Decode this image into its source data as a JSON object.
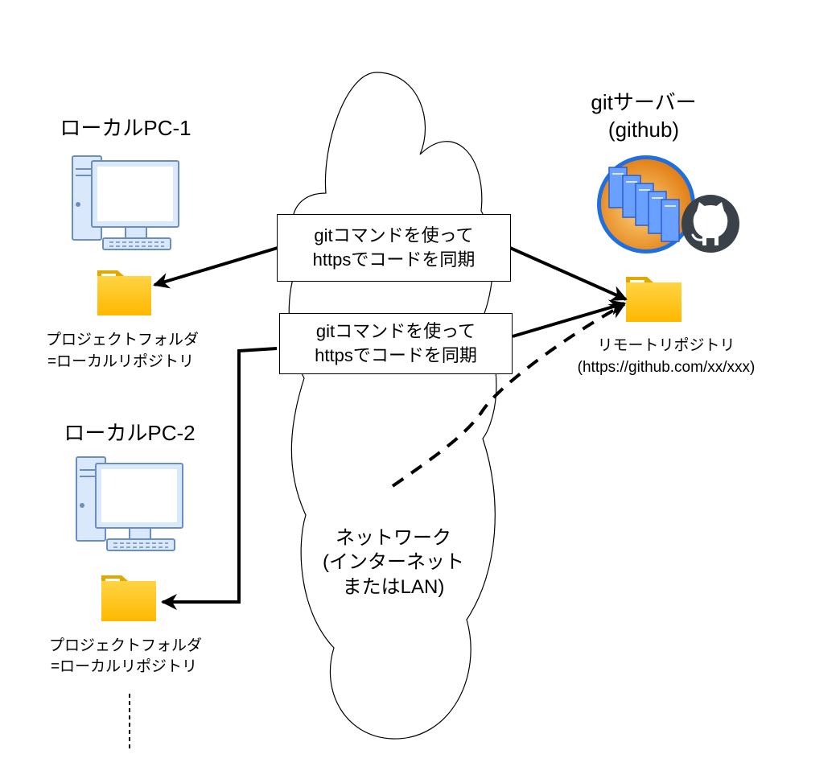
{
  "pc1": {
    "title": "ローカルPC-1",
    "folder_line1": "プロジェクトフォルダ",
    "folder_line2": "=ローカルリポジトリ"
  },
  "pc2": {
    "title": "ローカルPC-2",
    "folder_line1": "プロジェクトフォルダ",
    "folder_line2": "=ローカルリポジトリ"
  },
  "server": {
    "title_line1": "gitサーバー",
    "title_line2": "(github)",
    "repo_line1": "リモートリポジトリ",
    "repo_line2": "(https://github.com/xx/xxx)"
  },
  "command_boxes": [
    {
      "line1": "gitコマンドを使って",
      "line2": "httpsでコードを同期"
    },
    {
      "line1": "gitコマンドを使って",
      "line2": "httpsでコードを同期"
    }
  ],
  "network": {
    "line1": "ネットワーク",
    "line2": "(インターネット",
    "line3": "またはLAN)"
  },
  "colors": {
    "folder": "#ffc000",
    "folder_dark": "#e0a800",
    "pc_frame": "#6c8ebf",
    "pc_fill": "#dae8fc",
    "server_orange": "#f0a030",
    "github": "#3b4148"
  }
}
